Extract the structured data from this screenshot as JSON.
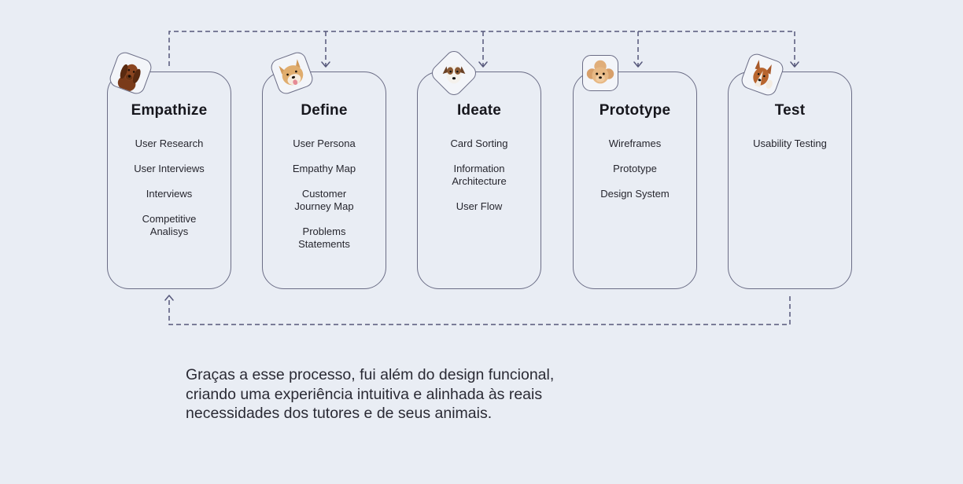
{
  "stages": [
    {
      "title": "Empathize",
      "icon": "dachshund-icon",
      "items": [
        "User Research",
        "User Interviews",
        "Interviews",
        "Competitive\nAnalisys"
      ]
    },
    {
      "title": "Define",
      "icon": "shiba-dog-icon",
      "items": [
        "User Persona",
        "Empathy Map",
        "Customer\nJourney Map",
        "Problems\nStatements"
      ]
    },
    {
      "title": "Ideate",
      "icon": "jack-russell-icon",
      "items": [
        "Card Sorting",
        "Information\nArchitecture",
        "User Flow"
      ]
    },
    {
      "title": "Prototype",
      "icon": "poodle-icon",
      "items": [
        "Wireframes",
        "Prototype",
        "Design System"
      ]
    },
    {
      "title": "Test",
      "icon": "basenji-icon",
      "items": [
        "Usability Testing"
      ]
    }
  ],
  "summary": "Graças a esse processo, fui além do design funcional,\ncriando uma experiência intuitiva e alinhada às reais\nnecessidades dos tutores e de seus animais.",
  "colors": {
    "background": "#e9edf4",
    "border": "#6b6d86",
    "connector": "#55577a",
    "text": "#1e1e24"
  }
}
